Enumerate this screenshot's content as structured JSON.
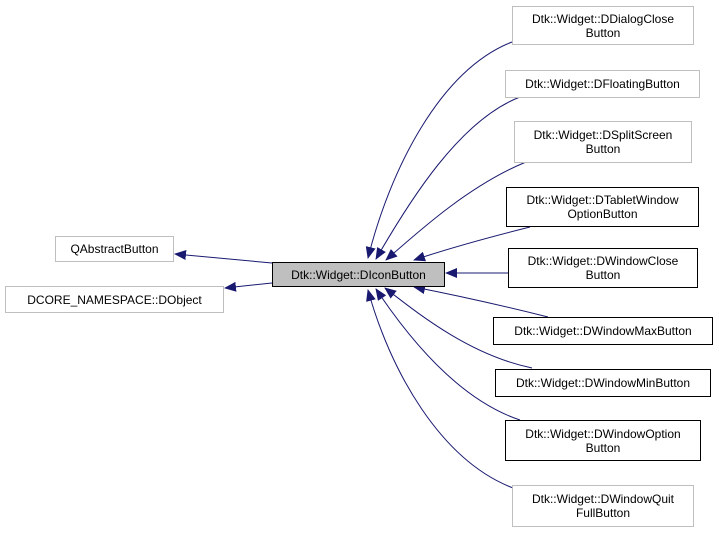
{
  "edge_color": "#191970",
  "center": {
    "label": "Dtk::Widget::DIconButton"
  },
  "parents": [
    {
      "label": "QAbstractButton"
    },
    {
      "label": "DCORE_NAMESPACE::DObject"
    }
  ],
  "children": [
    {
      "label": "Dtk::Widget::DDialogClose\nButton"
    },
    {
      "label": "Dtk::Widget::DFloatingButton"
    },
    {
      "label": "Dtk::Widget::DSplitScreen\nButton"
    },
    {
      "label": "Dtk::Widget::DTabletWindow\nOptionButton"
    },
    {
      "label": "Dtk::Widget::DWindowClose\nButton"
    },
    {
      "label": "Dtk::Widget::DWindowMaxButton"
    },
    {
      "label": "Dtk::Widget::DWindowMinButton"
    },
    {
      "label": "Dtk::Widget::DWindowOption\nButton"
    },
    {
      "label": "Dtk::Widget::DWindowQuit\nFullButton"
    }
  ]
}
